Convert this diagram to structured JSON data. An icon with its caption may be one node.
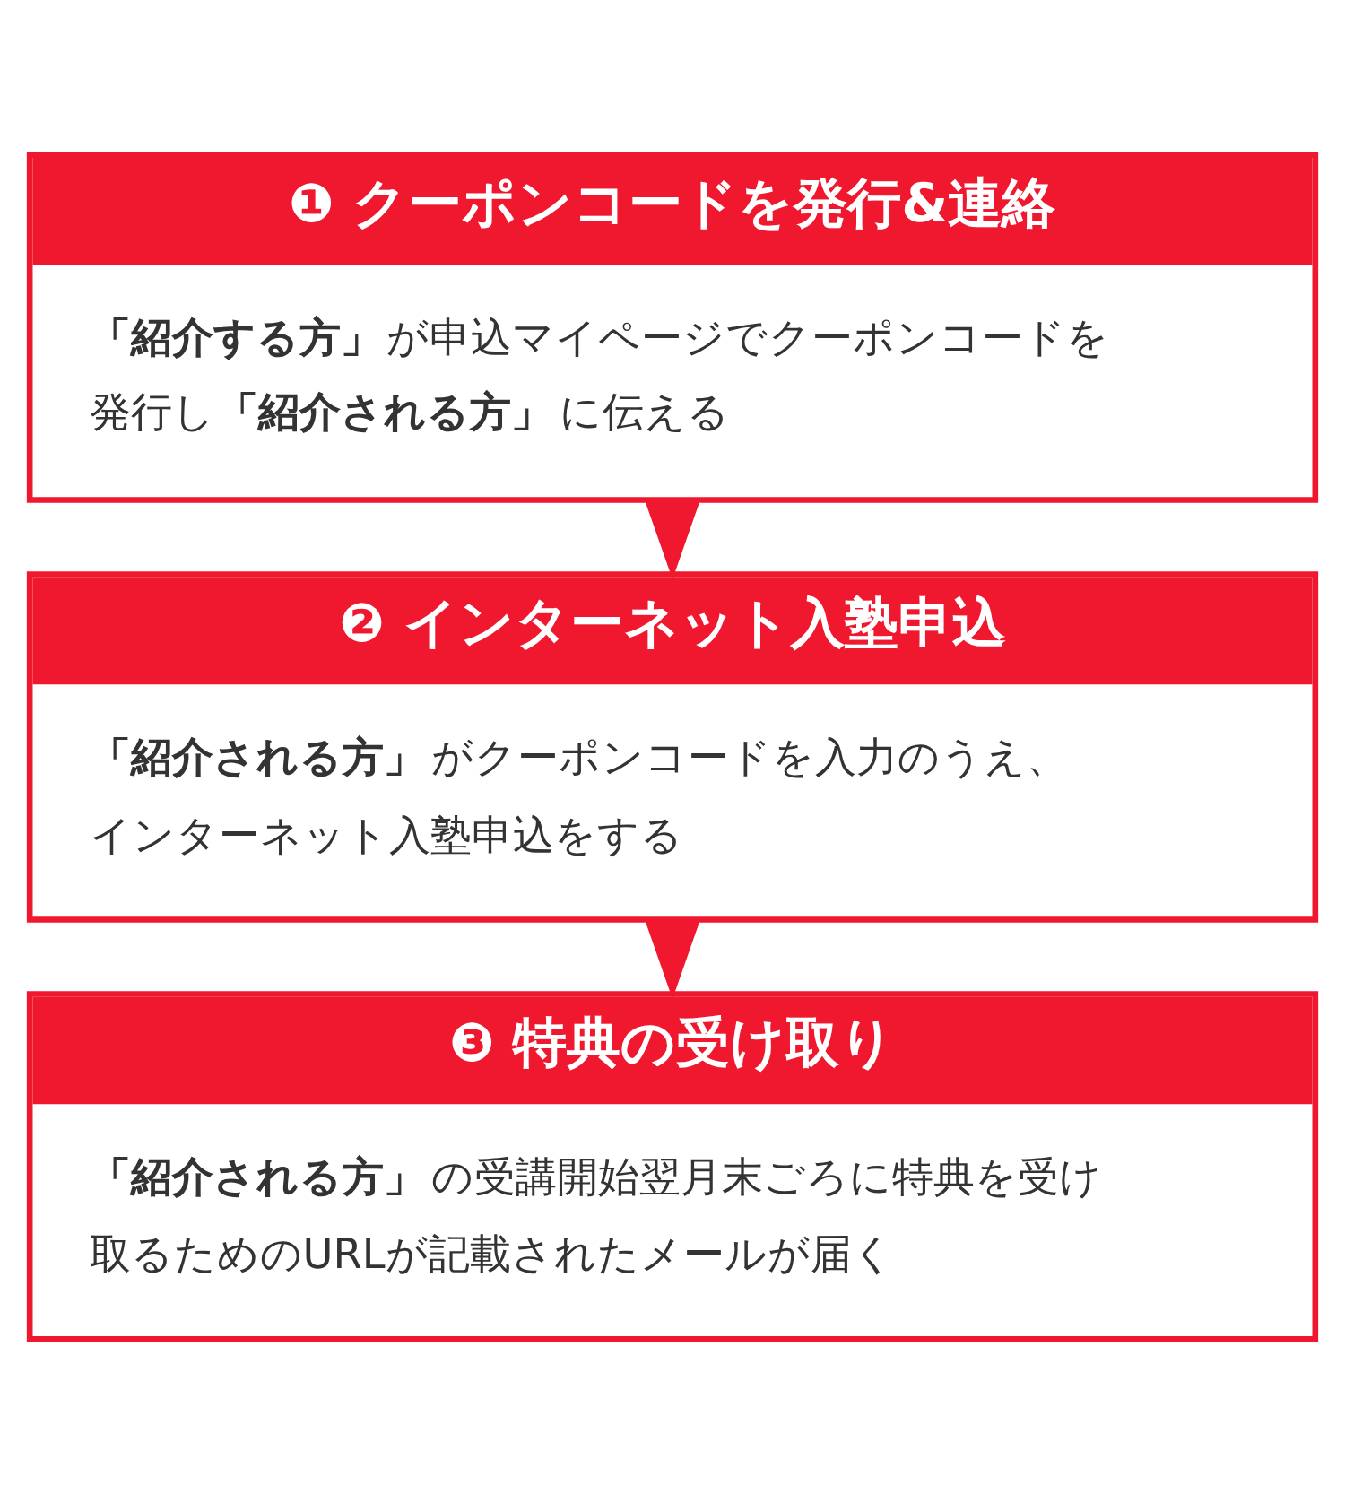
{
  "diagram": {
    "nodes": [
      {
        "text": [
          "❶ クーポンコードを発行&連絡",
          "**「紹介する方」**が申込マイページでクーポンコードを発行し**「紹介される方」**に伝える"
        ]
      },
      {
        "text": [
          "❷ インターネット入塾申込",
          "**「紹介される方」**がクーポンコードを入力のうえ、インターネット入塾申込をする"
        ]
      },
      {
        "text": [
          "❸ 特典の受け取り",
          "**「紹介される方」**の受講開始翌月末ごろに特典を受け取るためのURLが記載されたメールが届く"
        ]
      }
    ],
    "edges": [
      {
        "from": 0,
        "to": 1,
        "arrow": "to"
      },
      {
        "from": 1,
        "to": 2,
        "arrow": "to"
      }
    ]
  }
}
